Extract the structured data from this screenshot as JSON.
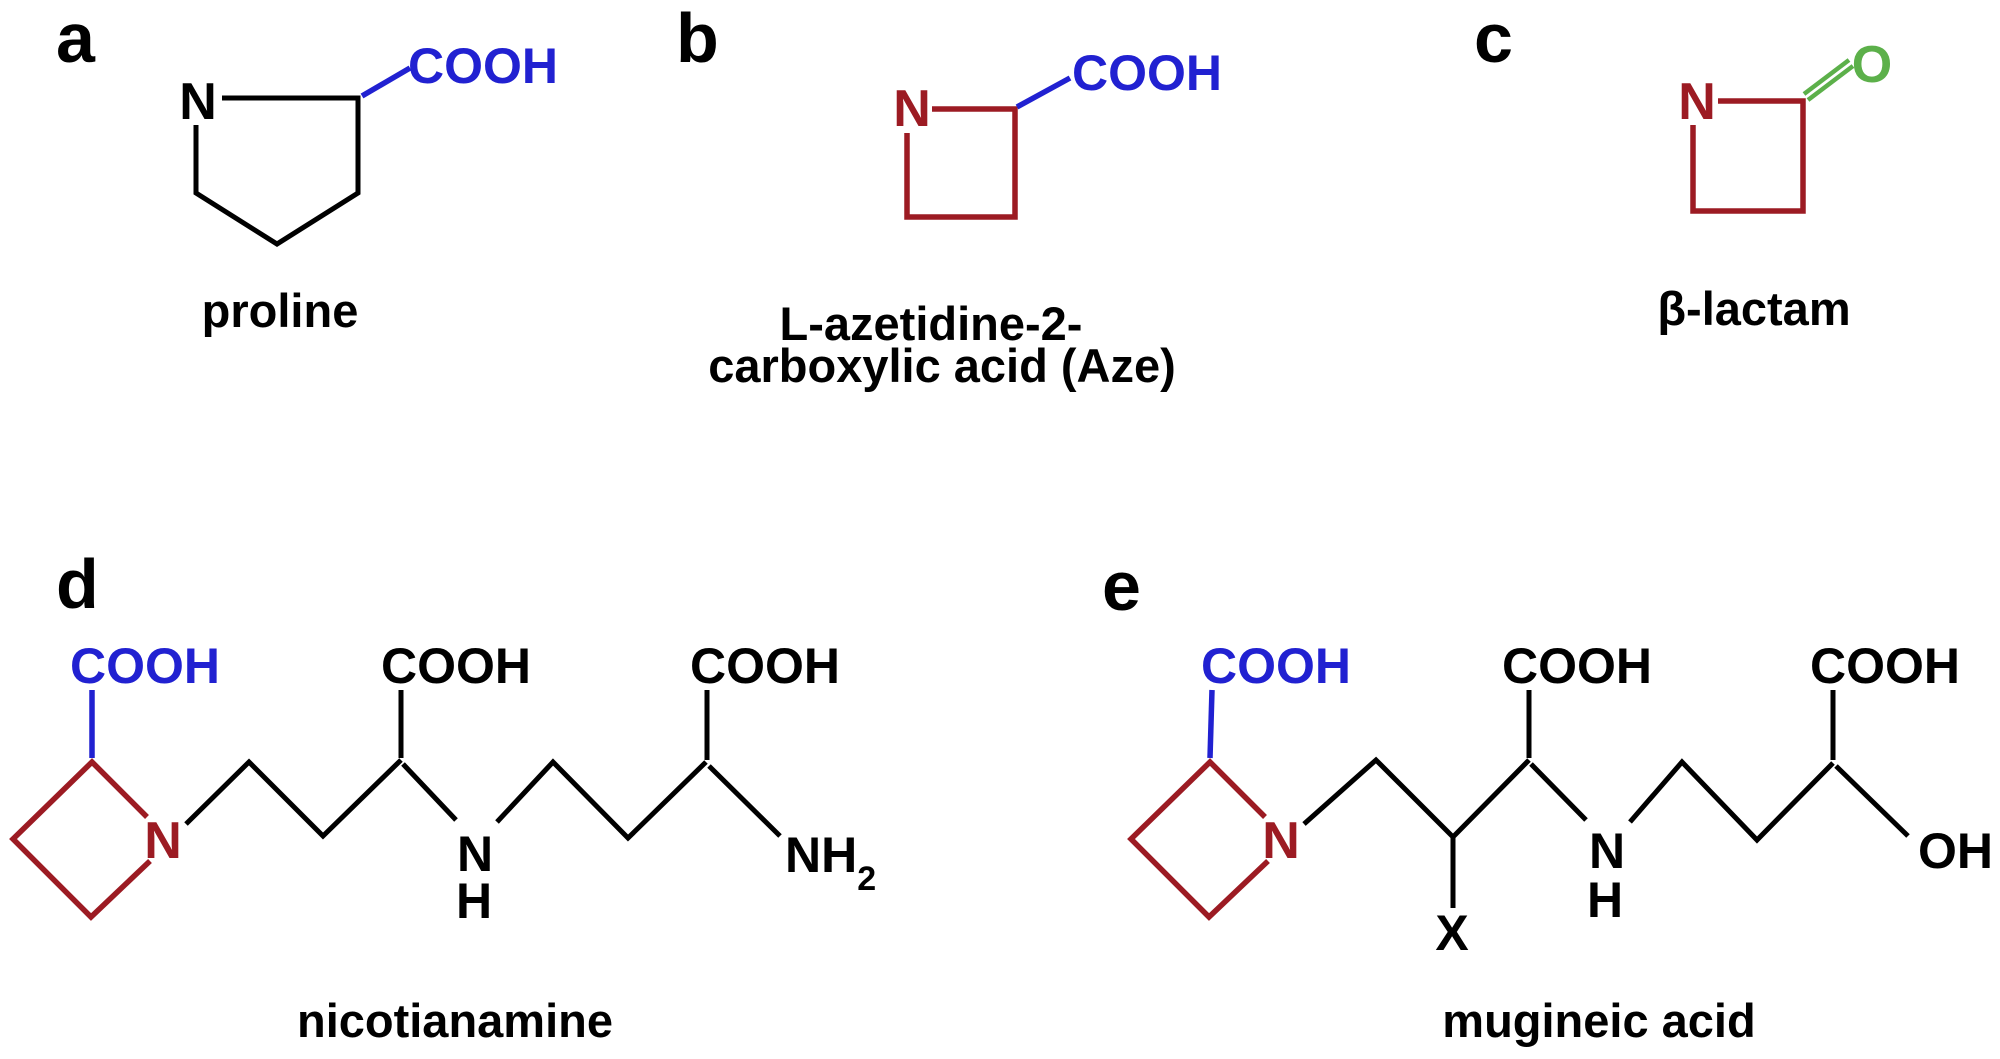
{
  "figure": {
    "type": "chemical-structure-panel-figure",
    "background": "#ffffff"
  },
  "colors": {
    "black": "#000000",
    "blue": "#2121d1",
    "red": "#9c1b23",
    "green": "#5cb04a",
    "bg": "#ffffff"
  },
  "panels": [
    {
      "letter": "a",
      "caption": "proline",
      "atoms": {
        "n": "N",
        "cooh": "COOH"
      }
    },
    {
      "letter": "b",
      "caption_line1": "L-azetidine-2-",
      "caption_line2": "carboxylic acid (Aze)",
      "atoms": {
        "n": "N",
        "cooh": "COOH"
      }
    },
    {
      "letter": "c",
      "caption": "β-lactam",
      "atoms": {
        "n": "N",
        "o": "O"
      }
    },
    {
      "letter": "d",
      "caption": "nicotianamine",
      "atoms": {
        "ring_cooh": "COOH",
        "ring_n": "N",
        "cooh_mid": "COOH",
        "cooh_right": "COOH",
        "nh_n": "N",
        "nh_h": "H",
        "amine": "NH",
        "amine_sub": "2"
      }
    },
    {
      "letter": "e",
      "caption": "mugineic acid",
      "atoms": {
        "ring_cooh": "COOH",
        "ring_n": "N",
        "x": "X",
        "cooh_mid": "COOH",
        "cooh_right": "COOH",
        "nh_n": "N",
        "nh_h": "H",
        "oh": "OH"
      }
    }
  ]
}
